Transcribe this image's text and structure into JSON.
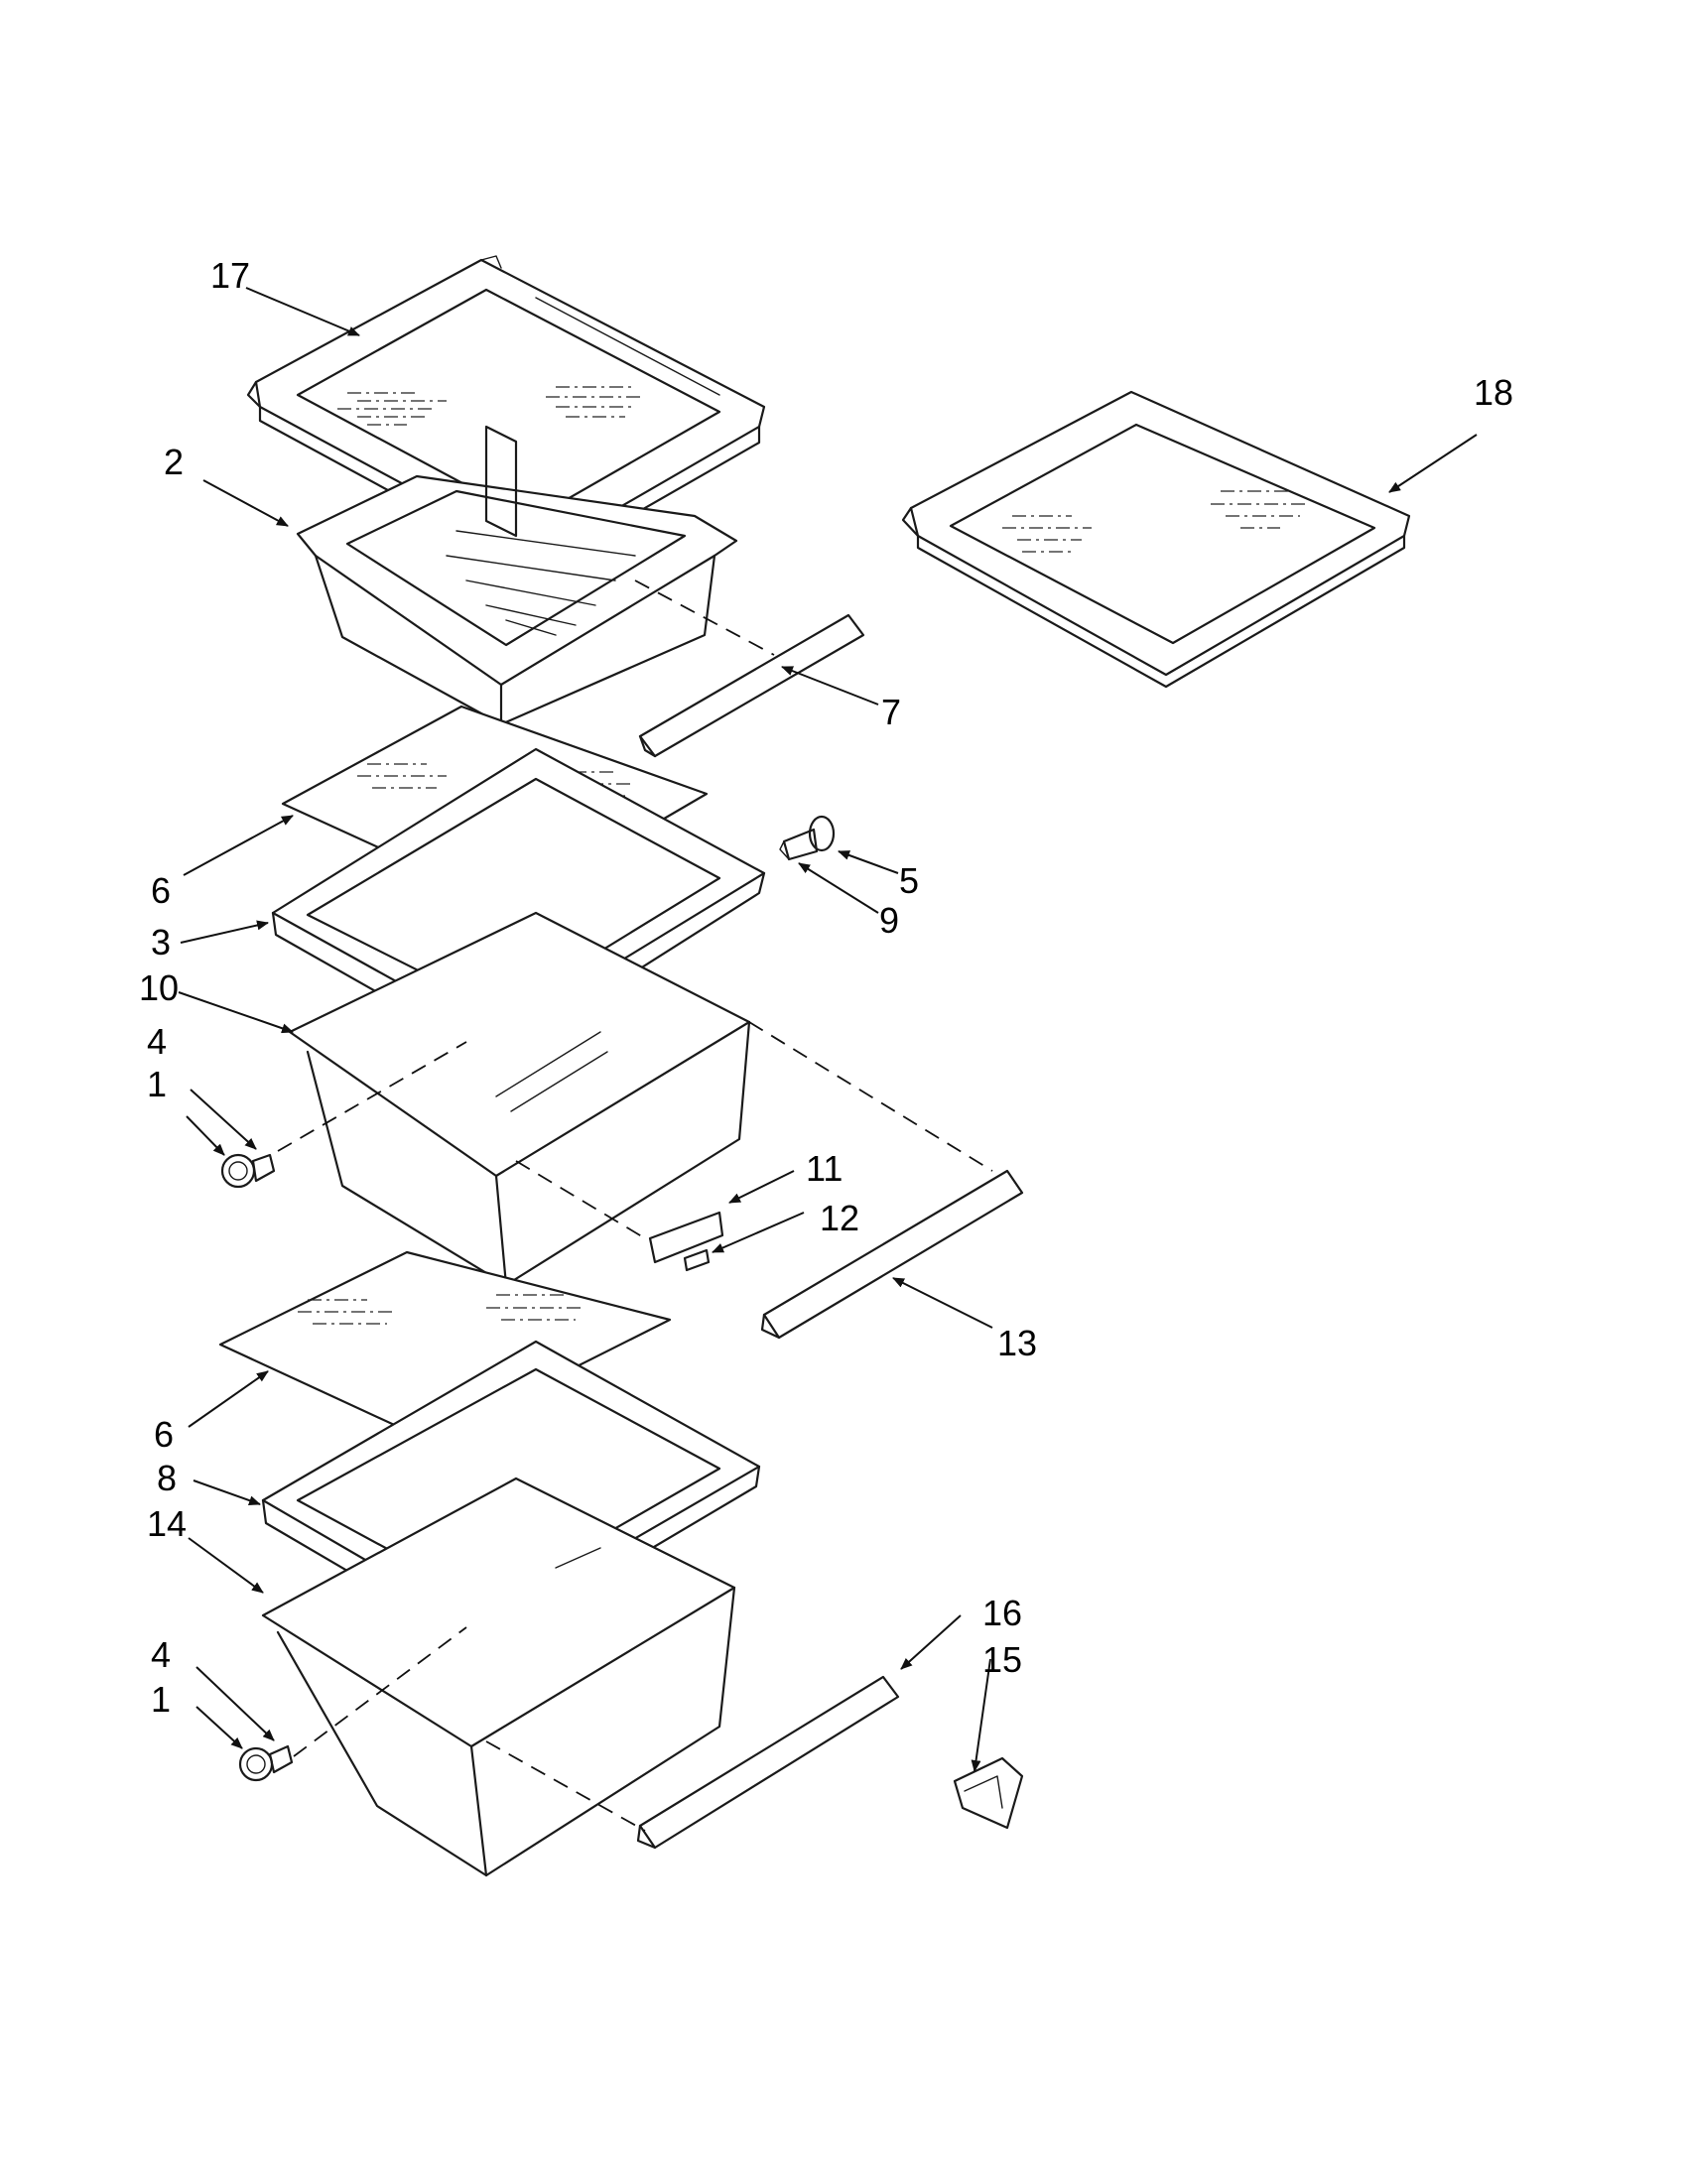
{
  "callouts": [
    {
      "id": "17",
      "text": "17"
    },
    {
      "id": "2",
      "text": "2"
    },
    {
      "id": "18",
      "text": "18"
    },
    {
      "id": "7",
      "text": "7"
    },
    {
      "id": "6a",
      "text": "6"
    },
    {
      "id": "3",
      "text": "3"
    },
    {
      "id": "5",
      "text": "5"
    },
    {
      "id": "9",
      "text": "9"
    },
    {
      "id": "10",
      "text": "10"
    },
    {
      "id": "4a",
      "text": "4"
    },
    {
      "id": "1a",
      "text": "1"
    },
    {
      "id": "11",
      "text": "11"
    },
    {
      "id": "12",
      "text": "12"
    },
    {
      "id": "13",
      "text": "13"
    },
    {
      "id": "6b",
      "text": "6"
    },
    {
      "id": "8",
      "text": "8"
    },
    {
      "id": "14",
      "text": "14"
    },
    {
      "id": "16",
      "text": "16"
    },
    {
      "id": "15",
      "text": "15"
    },
    {
      "id": "4b",
      "text": "4"
    },
    {
      "id": "1b",
      "text": "1"
    }
  ]
}
